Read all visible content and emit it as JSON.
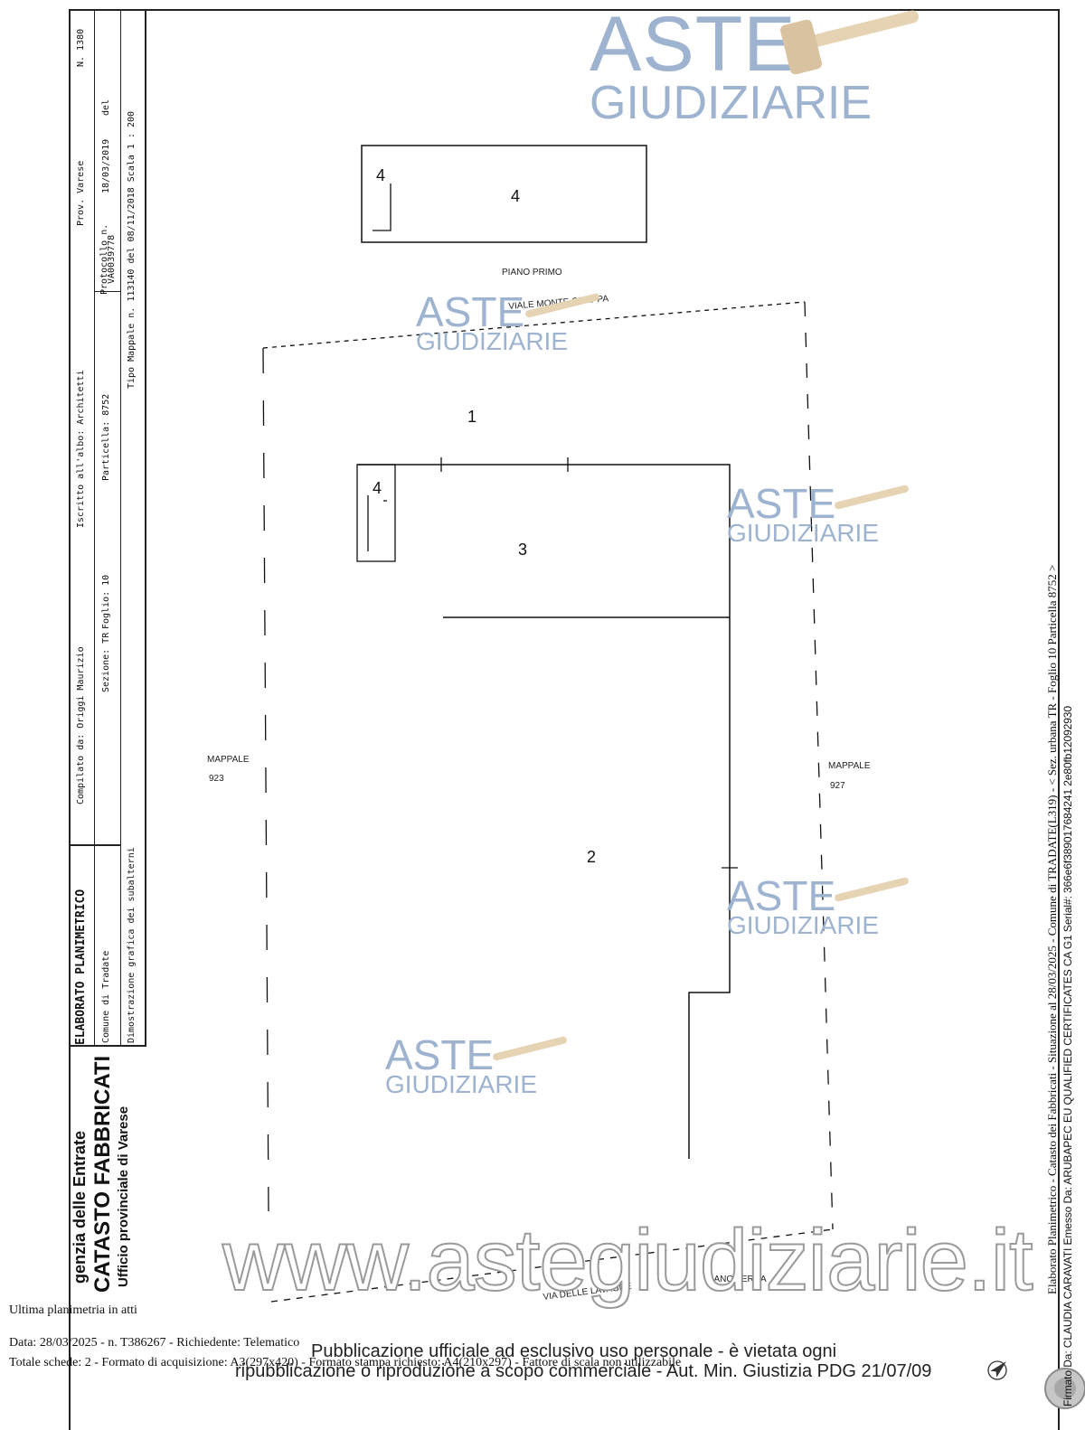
{
  "header": {
    "title": "ELABORATO PLANIMETRICO",
    "compiled_by": "Compilato da: Origgi Maurizio",
    "albo": "Iscritto all'albo: Architetti",
    "prov": "Prov. Varese",
    "number": "N. 1380",
    "comune": "Comune di Tradate",
    "sezione": "Sezione: TR",
    "foglio": "Foglio: 10",
    "particella": "Particella: 8752",
    "protocol_label": "Protocollo n.",
    "protocol_value": "VA0039778",
    "protocol_date": "18/03/2019",
    "protocol_del": "del",
    "dimostrazione": "Dimostrazione grafica dei subalterni",
    "tipo_mappale": "Tipo Mappale n. 113140    del 08/11/2018   Scala 1 : 200"
  },
  "agency": {
    "line1": "genzia delle Entrate",
    "line2": "CATASTO FABBRICATI",
    "line3": "Ufficio provinciale di  Varese"
  },
  "plan": {
    "piano_primo": "PIANO PRIMO",
    "street_top": "VIALE MONTE GRAPPA",
    "street_bottom": "VIA DELLE LAVAGNE",
    "piano_terra": "PIANO TERRA",
    "mappale_left": "MAPPALE",
    "mappale_left_num": "923",
    "mappale_right": "MAPPALE",
    "mappale_right_num": "927",
    "sub_4a": "4",
    "sub_4b": "4",
    "sub_4c": "4",
    "sub_1": "1",
    "sub_2": "2",
    "sub_3": "3",
    "north": "NORD"
  },
  "watermark": {
    "brand_line1": "ASTE",
    "brand_line2": "GIUDIZIARIE",
    "url": "www.astegiudiziarie.it",
    "notice_line1": "Pubblicazione ufficiale ad esclusivo uso personale - è vietata ogni",
    "notice_line2": "ripubblicazione o riproduzione a scopo commerciale - Aut. Min. Giustizia PDG 21/07/09"
  },
  "footer": {
    "line1": "Ultima planimetria in atti",
    "line2": "Data: 28/03/2025 - n. T386267 - Richiedente: Telematico",
    "line3": "Totale schede: 2 - Formato di acquisizione: A3(297x420)  - Formato stampa richiesto: A4(210x297) - Fattore di scala non utilizzabile"
  },
  "side": {
    "line1": "Elaborato Planimetrico - Catasto dei Fabbricati - Situazione al 28/03/2025 - Comune di TRADATE(L319) - < Sez. urbana TR - Foglio 10 Particella 8752 >",
    "line2": "Firmato Da: CLAUDIA CARAVATI Emesso Da: ARUBAPEC EU QUALIFIED CERTIFICATES CA G1 Serial#: 366e6f389017684241 2e80fb12092930"
  },
  "colors": {
    "brand_blue": "#9db3cf",
    "gavel": "#d9c2a0",
    "line": "#111111"
  }
}
